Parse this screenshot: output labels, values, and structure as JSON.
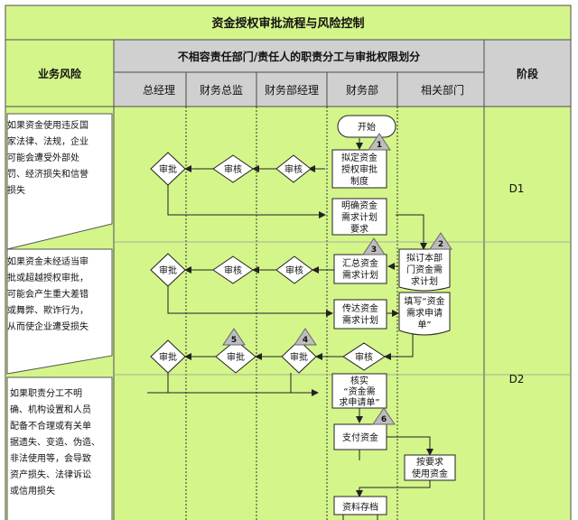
{
  "title": "资金授权审批流程与风险控制",
  "header": {
    "risk_label": "业务风险",
    "matrix_title": "不相容责任部门/责任人的职责分工与审批权限划分",
    "stage_label": "阶段",
    "columns": [
      "总经理",
      "财务总监",
      "财务部经理",
      "财务部",
      "相关部门"
    ]
  },
  "risks": [
    [
      "如果资金使用违反国",
      "家法律、法规，企业",
      "可能会遭受外部处",
      "罚、经济损失和信誉",
      "损失"
    ],
    [
      "如果资金未经适当审",
      "批或超越授权审批，",
      "可能会产生重大差错",
      "或舞弊、欺诈行为，",
      "从而使企业遭受损失"
    ],
    [
      "如果职责分工不明",
      "确、机构设置和人员",
      "配备不合理或有关单",
      "据遗失、变造、伪造、",
      "非法使用等，会导致",
      "资产损失、法律诉讼",
      "或信用损失"
    ]
  ],
  "stages": [
    "D1",
    "D2"
  ],
  "nodes": {
    "start": "开始",
    "draft_policy": [
      "拟定资金",
      "授权审批",
      "制度"
    ],
    "clarify_req": [
      "明确资金",
      "需求计划",
      "要求"
    ],
    "summarize_plan": [
      "汇总资金",
      "需求计划"
    ],
    "dept_plan": [
      "拟订本部",
      "门资金需",
      "求计划"
    ],
    "transmit_plan": [
      "传达资金",
      "需求计划"
    ],
    "fill_form": [
      "填写“资金",
      "需求申请",
      "单”"
    ],
    "verify_form": [
      "核实",
      "“资金需",
      "求申请单”"
    ],
    "pay_funds": "支付资金",
    "use_funds": [
      "按要求",
      "使用资金"
    ],
    "archive": "资料存档",
    "approve": "审批",
    "review": "审核"
  },
  "markers": [
    "1",
    "2",
    "3",
    "4",
    "5",
    "6"
  ],
  "colors": {
    "green": "#d4f58a",
    "gray": "#d0d0d0",
    "border": "#4d4d4d"
  }
}
